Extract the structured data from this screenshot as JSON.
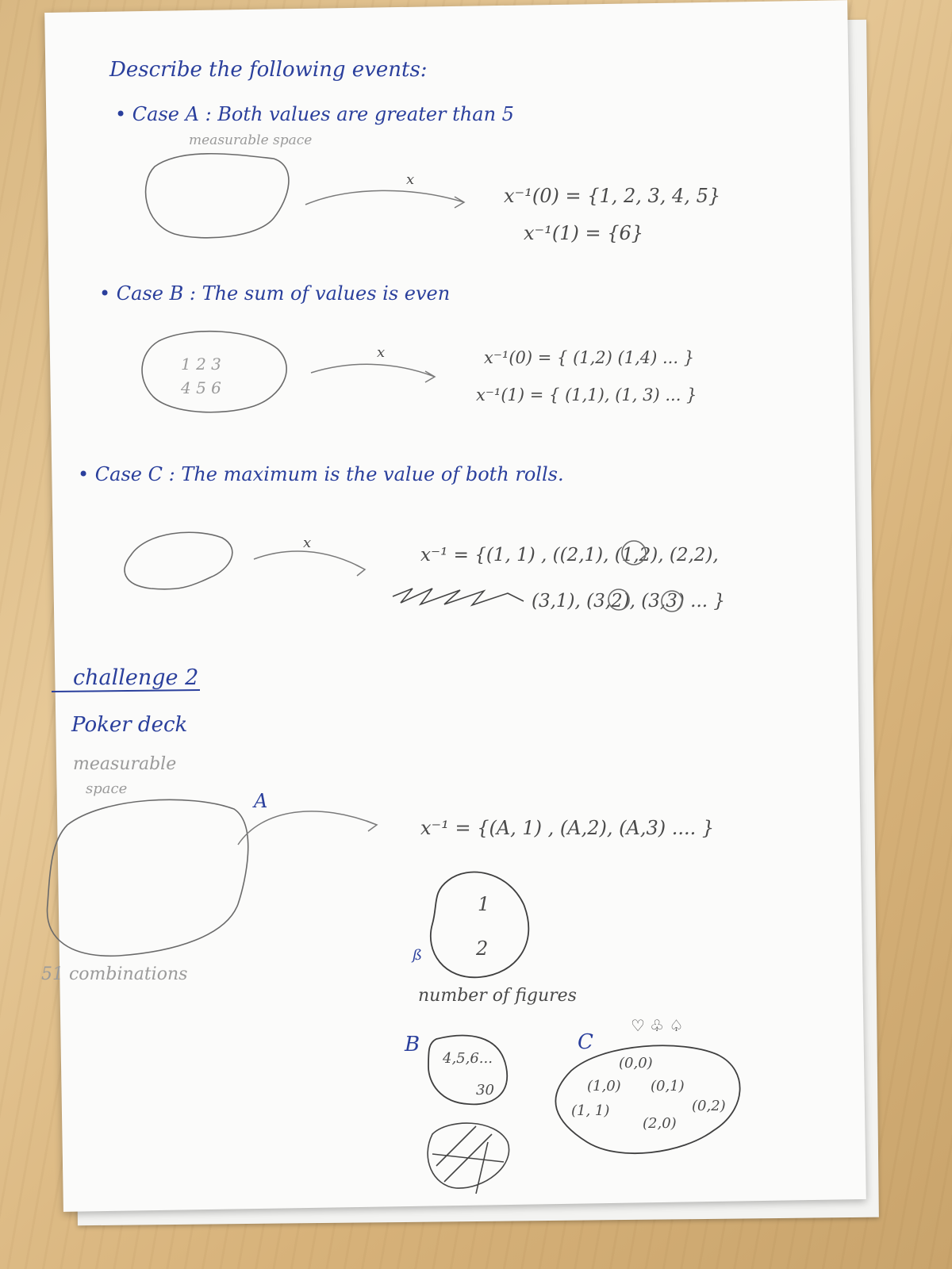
{
  "title": "Describe the following events:",
  "case_a": {
    "heading": "• Case A :  Both values are greater than 5",
    "space_label": "measurable space",
    "arrow_label": "x",
    "line1": "x⁻¹(0) = {1, 2, 3, 4, 5}",
    "line2": "x⁻¹(1) = {6}"
  },
  "case_b": {
    "heading": "• Case B : The sum of values is even",
    "blob_row1": "1  2  3",
    "blob_row2": "4  5  6",
    "arrow_label": "x",
    "line1": "x⁻¹(0) = { (1,2) (1,4) ... }",
    "line2": "x⁻¹(1) = { (1,1), (1, 3) ... }"
  },
  "case_c": {
    "heading": "• Case C : The maximum is the value of both rolls.",
    "arrow_label": "x",
    "line1": "x⁻¹ = {(1, 1) , ((2,1), (1,2), (2,2),",
    "line2": "(3,1), (3,2), (3,3) ... }"
  },
  "challenge": {
    "heading": "challenge 2",
    "subheading": "Poker deck",
    "space_label_1": "measurable",
    "space_label_2": "space",
    "count_label": "51 combinations",
    "a_label": "A",
    "a_mapping": "x⁻¹ = {(A, 1) , (A,2), (A,3) .... }",
    "a_blob_1": "1",
    "a_blob_2": "2",
    "figures_label": "number of figures",
    "b_label": "B",
    "b_blob_1": "4,5,6...",
    "b_blob_2": "30",
    "c_label": "C",
    "suit_symbols": "♡   ♧ ♤",
    "c_pairs": [
      "(0,0)",
      "(1,0)",
      "(0,1)",
      "(1, 1)",
      "(2,0)",
      "(0,2)"
    ]
  }
}
